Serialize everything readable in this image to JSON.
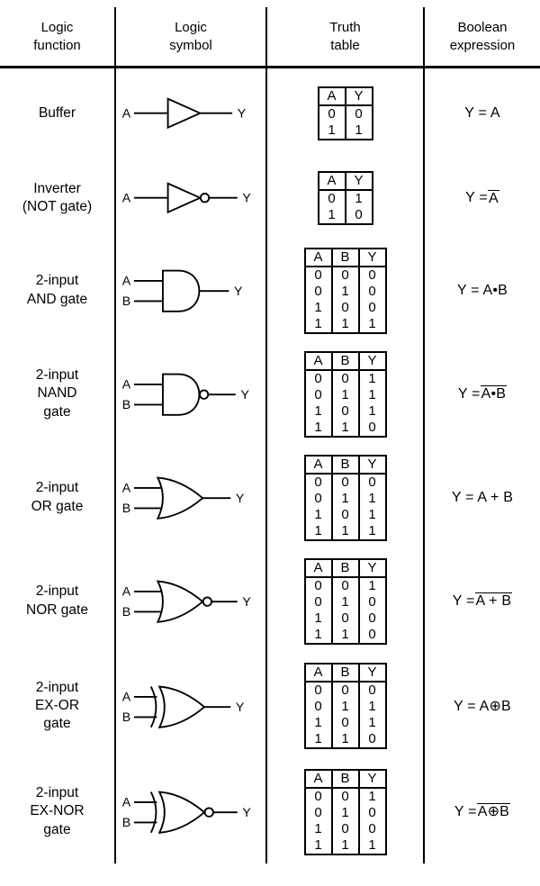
{
  "columns": {
    "function": "Logic\nfunction",
    "symbol": "Logic\nsymbol",
    "truth": "Truth\ntable",
    "boolean": "Boolean\nexpression"
  },
  "rows": [
    {
      "function": "Buffer",
      "symbol": "buffer-gate",
      "inputs": [
        "A"
      ],
      "output": "Y",
      "truth": {
        "headers": [
          "A",
          "Y"
        ],
        "rows": [
          [
            "0",
            "0"
          ],
          [
            "1",
            "1"
          ]
        ]
      },
      "expr": {
        "pre": "Y = A",
        "over": "",
        "post": ""
      }
    },
    {
      "function": "Inverter\n(NOT gate)",
      "symbol": "inverter-not-gate",
      "inputs": [
        "A"
      ],
      "output": "Y",
      "truth": {
        "headers": [
          "A",
          "Y"
        ],
        "rows": [
          [
            "0",
            "1"
          ],
          [
            "1",
            "0"
          ]
        ]
      },
      "expr": {
        "pre": "Y = ",
        "over": "A",
        "post": ""
      }
    },
    {
      "function": "2-input\nAND gate",
      "symbol": "and-gate",
      "inputs": [
        "A",
        "B"
      ],
      "output": "Y",
      "truth": {
        "headers": [
          "A",
          "B",
          "Y"
        ],
        "rows": [
          [
            "0",
            "0",
            "0"
          ],
          [
            "0",
            "1",
            "0"
          ],
          [
            "1",
            "0",
            "0"
          ],
          [
            "1",
            "1",
            "1"
          ]
        ]
      },
      "expr": {
        "pre": "Y = A•B",
        "over": "",
        "post": ""
      }
    },
    {
      "function": "2-input\nNAND\ngate",
      "symbol": "nand-gate",
      "inputs": [
        "A",
        "B"
      ],
      "output": "Y",
      "truth": {
        "headers": [
          "A",
          "B",
          "Y"
        ],
        "rows": [
          [
            "0",
            "0",
            "1"
          ],
          [
            "0",
            "1",
            "1"
          ],
          [
            "1",
            "0",
            "1"
          ],
          [
            "1",
            "1",
            "0"
          ]
        ]
      },
      "expr": {
        "pre": "Y = ",
        "over": "A•B",
        "post": ""
      }
    },
    {
      "function": "2-input\nOR gate",
      "symbol": "or-gate",
      "inputs": [
        "A",
        "B"
      ],
      "output": "Y",
      "truth": {
        "headers": [
          "A",
          "B",
          "Y"
        ],
        "rows": [
          [
            "0",
            "0",
            "0"
          ],
          [
            "0",
            "1",
            "1"
          ],
          [
            "1",
            "0",
            "1"
          ],
          [
            "1",
            "1",
            "1"
          ]
        ]
      },
      "expr": {
        "pre": "Y = A + B",
        "over": "",
        "post": ""
      }
    },
    {
      "function": "2-input\nNOR gate",
      "symbol": "nor-gate",
      "inputs": [
        "A",
        "B"
      ],
      "output": "Y",
      "truth": {
        "headers": [
          "A",
          "B",
          "Y"
        ],
        "rows": [
          [
            "0",
            "0",
            "1"
          ],
          [
            "0",
            "1",
            "0"
          ],
          [
            "1",
            "0",
            "0"
          ],
          [
            "1",
            "1",
            "0"
          ]
        ]
      },
      "expr": {
        "pre": "Y = ",
        "over": "A + B",
        "post": ""
      }
    },
    {
      "function": "2-input\nEX-OR\ngate",
      "symbol": "xor-gate",
      "inputs": [
        "A",
        "B"
      ],
      "output": "Y",
      "truth": {
        "headers": [
          "A",
          "B",
          "Y"
        ],
        "rows": [
          [
            "0",
            "0",
            "0"
          ],
          [
            "0",
            "1",
            "1"
          ],
          [
            "1",
            "0",
            "1"
          ],
          [
            "1",
            "1",
            "0"
          ]
        ]
      },
      "expr": {
        "pre": "Y = A⊕B",
        "over": "",
        "post": ""
      }
    },
    {
      "function": "2-input\nEX-NOR\ngate",
      "symbol": "xnor-gate",
      "inputs": [
        "A",
        "B"
      ],
      "output": "Y",
      "truth": {
        "headers": [
          "A",
          "B",
          "Y"
        ],
        "rows": [
          [
            "0",
            "0",
            "1"
          ],
          [
            "0",
            "1",
            "0"
          ],
          [
            "1",
            "0",
            "0"
          ],
          [
            "1",
            "1",
            "1"
          ]
        ]
      },
      "expr": {
        "pre": "Y = ",
        "over": "A⊕B",
        "post": ""
      }
    }
  ]
}
